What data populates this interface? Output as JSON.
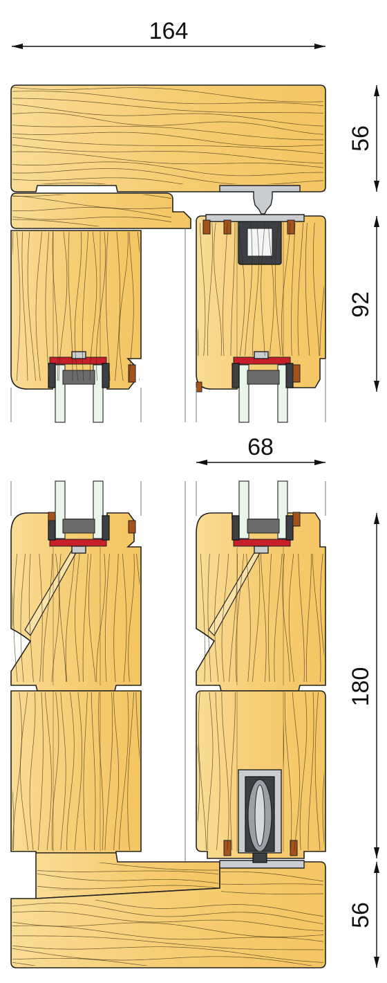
{
  "dimensions": {
    "overall_width": "164",
    "top_frame": "56",
    "top_sash": "92",
    "sash_width": "68",
    "bottom_sash": "180",
    "bottom_frame": "56"
  },
  "colors": {
    "wood": "#f6cd73",
    "wood_edge": "#f9dc95",
    "aluminium": "#c9cdd0",
    "gasket_red": "#c8202a",
    "gasket_brown": "#a5531d",
    "glass": "#e9f4ea"
  }
}
